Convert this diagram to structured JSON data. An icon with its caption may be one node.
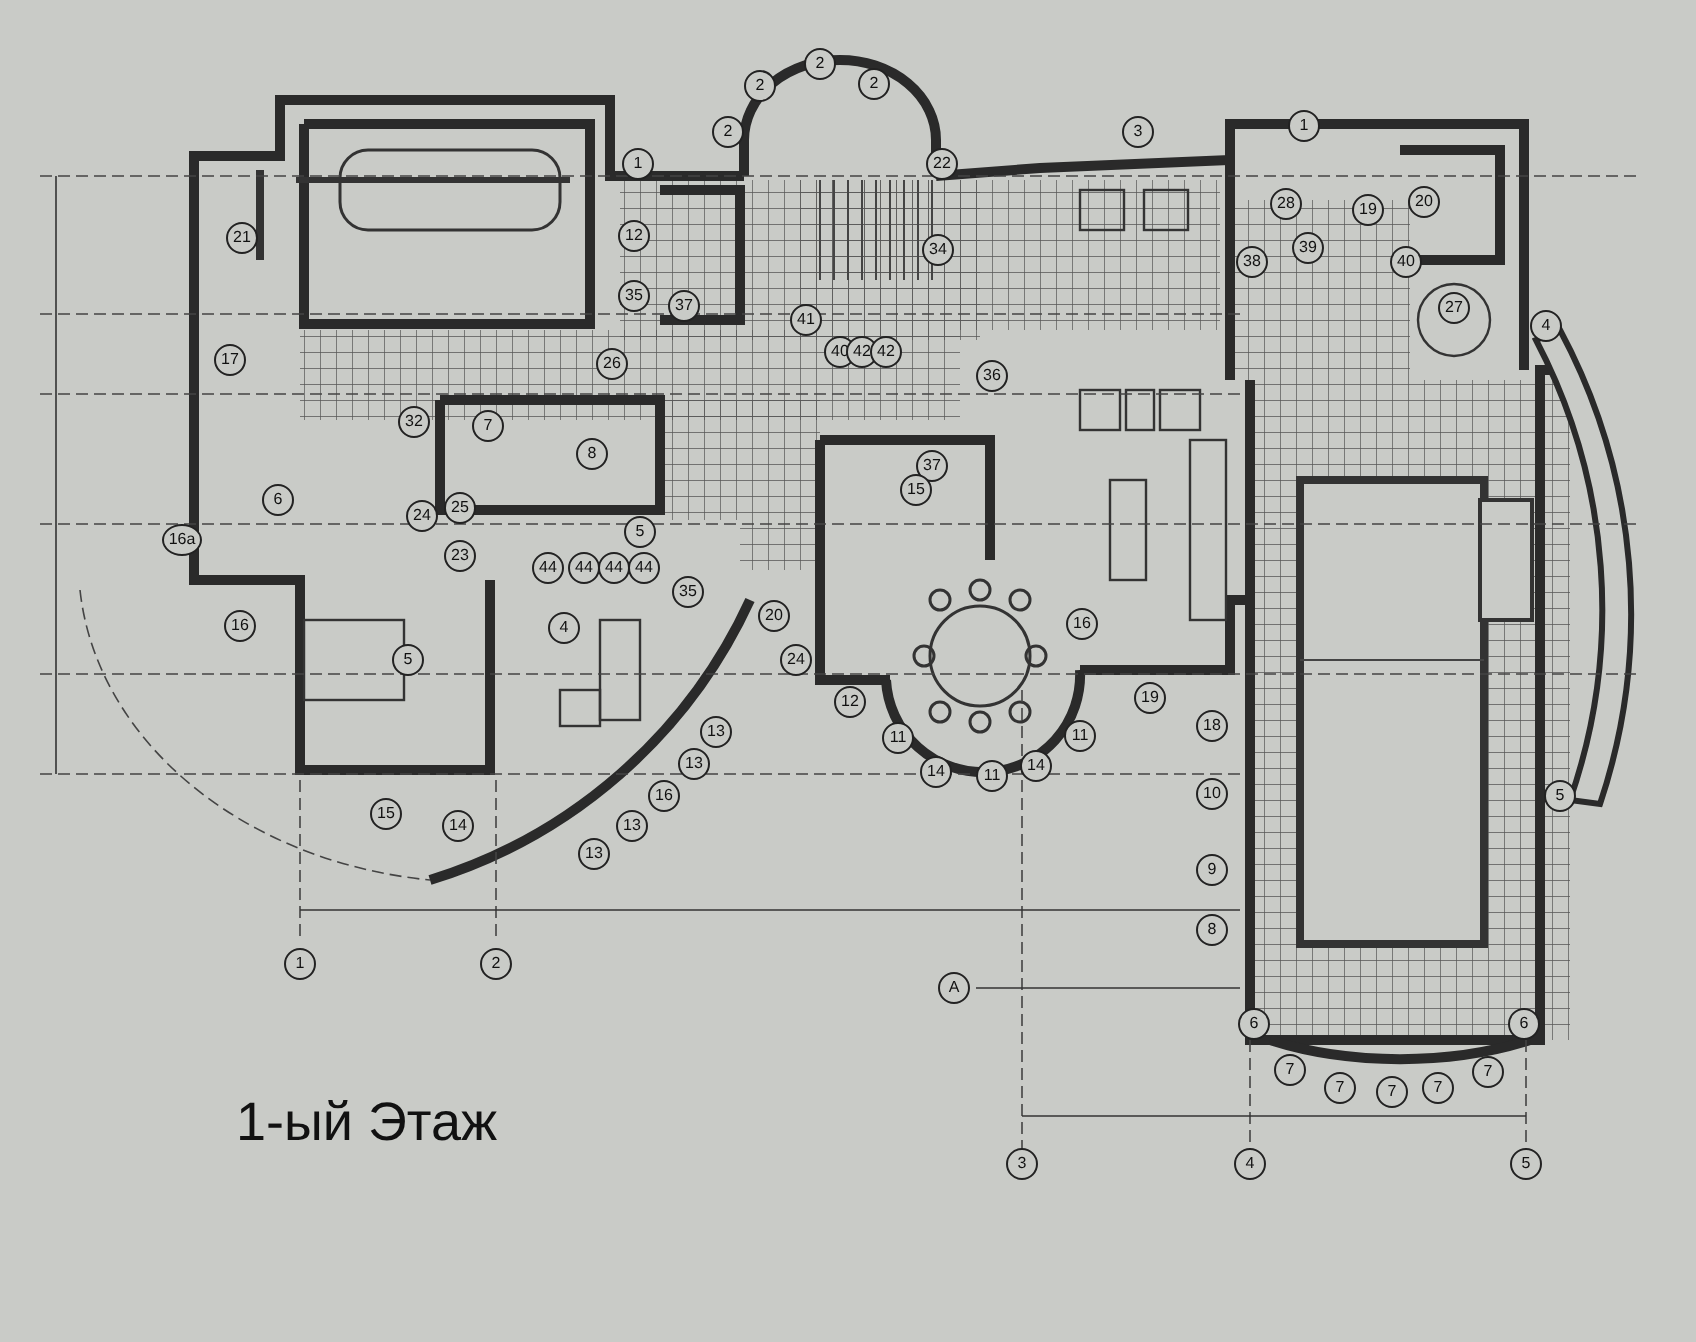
{
  "diagram": {
    "title": "1-ый Этаж",
    "labels": [
      "2",
      "2",
      "2",
      "2",
      "3",
      "1",
      "1",
      "22",
      "28",
      "19",
      "20",
      "21",
      "12",
      "34",
      "38",
      "39",
      "40",
      "35",
      "37",
      "41",
      "27",
      "4",
      "17",
      "26",
      "40",
      "42",
      "42",
      "36",
      "32",
      "7",
      "8",
      "37",
      "6",
      "24",
      "25",
      "15",
      "16a",
      "23",
      "5",
      "44",
      "44",
      "44",
      "44",
      "35",
      "16",
      "4",
      "20",
      "16",
      "5",
      "24",
      "12",
      "19",
      "13",
      "11",
      "11",
      "18",
      "13",
      "14",
      "11",
      "14",
      "15",
      "14",
      "13",
      "16",
      "10",
      "5",
      "13",
      "9",
      "8",
      "1",
      "2",
      "А",
      "6",
      "6",
      "7",
      "7",
      "7",
      "7",
      "7",
      "3",
      "4",
      "5"
    ]
  }
}
